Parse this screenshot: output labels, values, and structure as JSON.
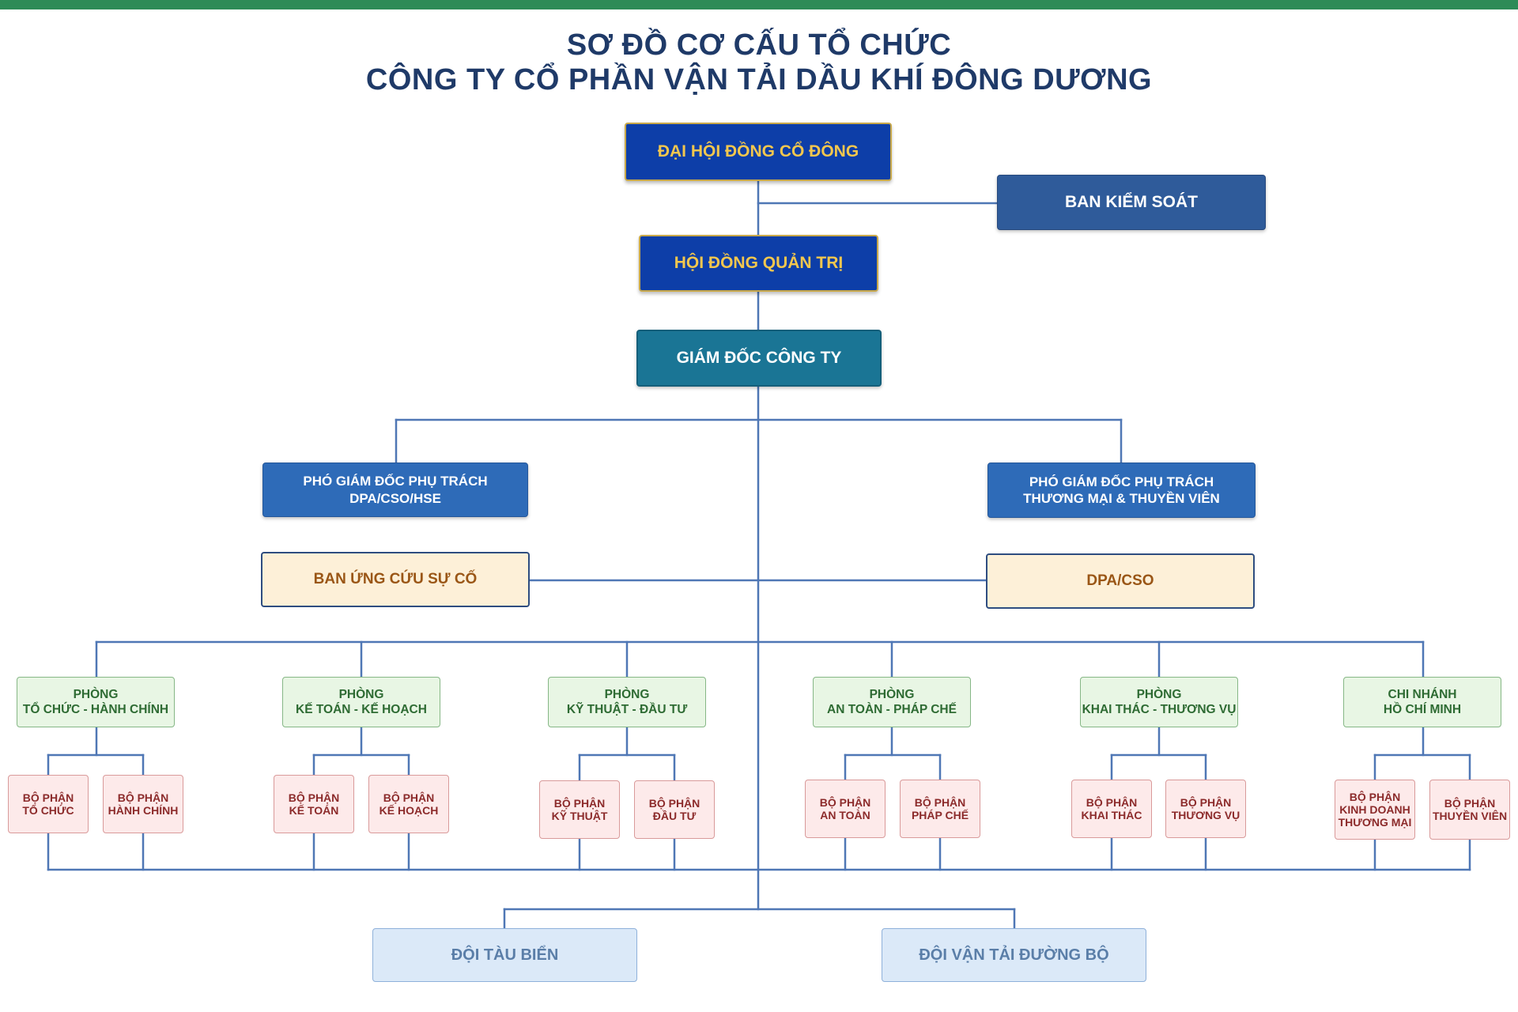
{
  "title": {
    "line1": "SƠ ĐỒ CƠ CẤU TỔ CHỨC",
    "line2": "CÔNG TY CỔ PHẦN VẬN TẢI DẦU KHÍ ĐÔNG DƯƠNG"
  },
  "colors": {
    "top_bar": "#2e8b57",
    "title": "#1f3a68",
    "connector": "#4f77b5"
  },
  "nodes": {
    "shareholders": "ĐẠI HỘI ĐỒNG CỔ ĐÔNG",
    "supervisory": "BAN KIỂM SOÁT",
    "board": "HỘI ĐỒNG QUẢN TRỊ",
    "director": "GIÁM ĐỐC CÔNG TY",
    "vp_left": [
      "PHÓ GIÁM ĐỐC PHỤ TRÁCH",
      "DPA/CSO/HSE"
    ],
    "vp_right": [
      "PHÓ GIÁM ĐỐC PHỤ TRÁCH",
      "THƯƠNG MẠI & THUYỀN VIÊN"
    ],
    "emergency": "BAN ỨNG CỨU SỰ CỐ",
    "dpa": "DPA/CSO"
  },
  "departments": [
    {
      "lines": [
        "PHÒNG",
        "TỔ CHỨC - HÀNH CHÍNH"
      ],
      "subs": [
        [
          "BỘ PHẬN",
          "TỔ CHỨC"
        ],
        [
          "BỘ PHẬN",
          "HÀNH CHÍNH"
        ]
      ]
    },
    {
      "lines": [
        "PHÒNG",
        "KẾ TOÁN - KẾ HOẠCH"
      ],
      "subs": [
        [
          "BỘ PHẬN",
          "KẾ TOÁN"
        ],
        [
          "BỘ PHẬN",
          "KẾ HOẠCH"
        ]
      ]
    },
    {
      "lines": [
        "PHÒNG",
        "KỸ THUẬT - ĐẦU TƯ"
      ],
      "subs": [
        [
          "BỘ PHẬN",
          "KỸ THUẬT"
        ],
        [
          "BỘ PHẬN",
          "ĐẦU TƯ"
        ]
      ]
    },
    {
      "lines": [
        "PHÒNG",
        "AN TOÀN - PHÁP CHẾ"
      ],
      "subs": [
        [
          "BỘ PHẬN",
          "AN TOÀN"
        ],
        [
          "BỘ PHẬN",
          "PHÁP CHẾ"
        ]
      ]
    },
    {
      "lines": [
        "PHÒNG",
        "KHAI THÁC - THƯƠNG VỤ"
      ],
      "subs": [
        [
          "BỘ PHẬN",
          "KHAI THÁC"
        ],
        [
          "BỘ PHẬN",
          "THƯƠNG VỤ"
        ]
      ]
    },
    {
      "lines": [
        "CHI NHÁNH",
        "HỒ CHÍ MINH"
      ],
      "subs": [
        [
          "BỘ PHẬN",
          "KINH DOANH",
          "THƯƠNG MẠI"
        ],
        [
          "BỘ PHẬN",
          "THUYỀN VIÊN"
        ]
      ]
    }
  ],
  "teams": [
    "ĐỘI TÀU BIỂN",
    "ĐỘI VẬN TẢI ĐƯỜNG BỘ"
  ]
}
